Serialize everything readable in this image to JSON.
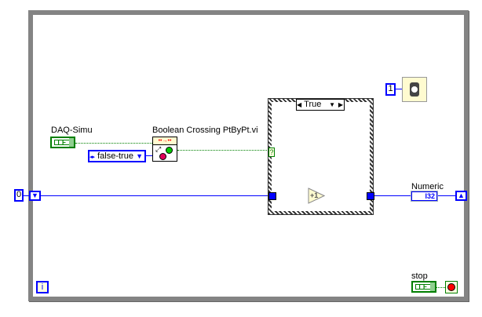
{
  "diagram": {
    "shift_register_init": "0",
    "daq_label": "DAQ-Simu",
    "daq_terminal": "TF",
    "enum_value": "false-true",
    "subvi_label": "Boolean Crossing PtByPt.vi",
    "case_selector": "True",
    "selector_terminal": "?",
    "increment": "+1",
    "numeric_label": "Numeric",
    "numeric_type": "I32",
    "wait_constant": "1",
    "iteration": "i",
    "stop_label": "stop",
    "stop_terminal": "TF"
  }
}
